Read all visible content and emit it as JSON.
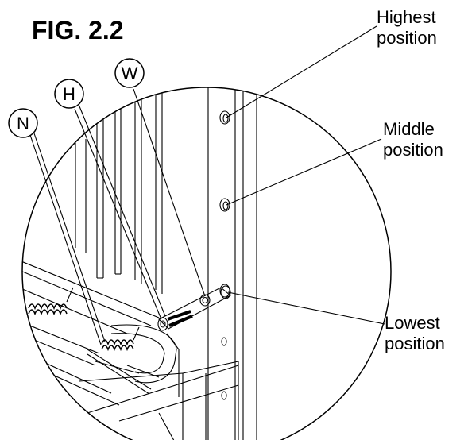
{
  "figure": {
    "title": "FIG. 2.2"
  },
  "callouts": {
    "highest": {
      "line1": "Highest",
      "line2": "position"
    },
    "middle": {
      "line1": "Middle",
      "line2": "position"
    },
    "lowest": {
      "line1": "Lowest",
      "line2": "position"
    }
  },
  "parts": {
    "n": "N",
    "h": "H",
    "w": "W"
  },
  "colors": {
    "line": "#000000",
    "background": "#ffffff"
  }
}
